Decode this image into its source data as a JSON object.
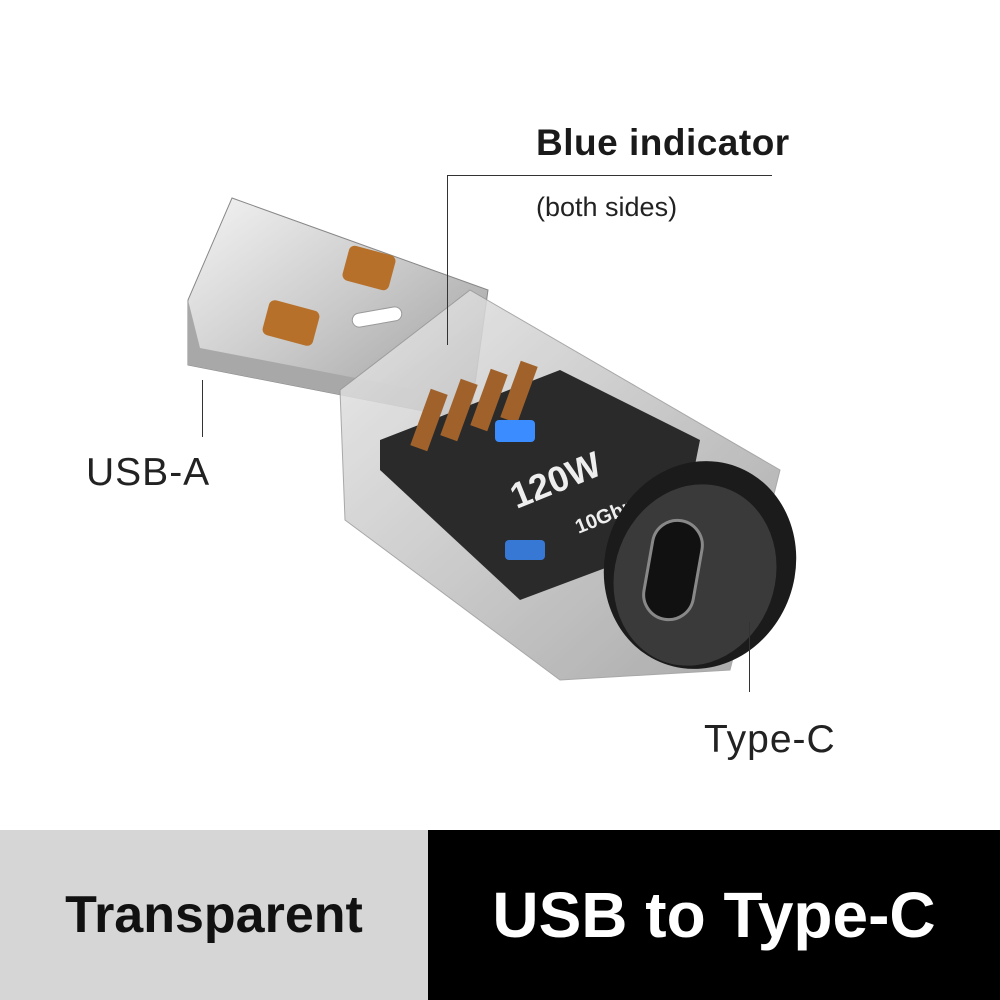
{
  "callout": {
    "title": "Blue indicator",
    "subtitle": "(both sides)"
  },
  "labels": {
    "usb_a": "USB-A",
    "type_c": "Type-C"
  },
  "product": {
    "power_label": "120W",
    "speed_label": "10Gbps",
    "indicator_color": "#3a8cff"
  },
  "banner": {
    "left_text": "Transparent",
    "right_text": "USB to Type-C"
  }
}
